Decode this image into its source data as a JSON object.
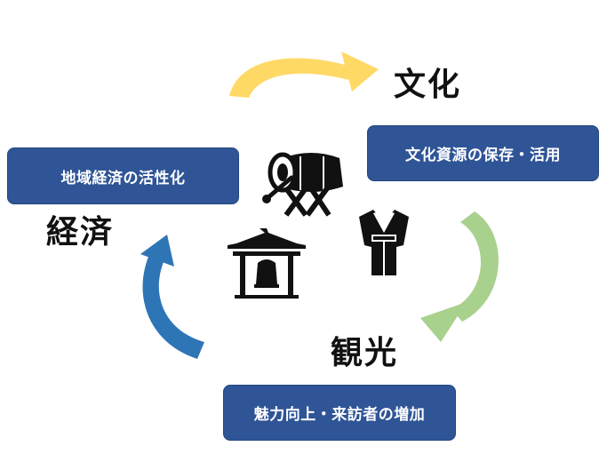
{
  "labels": {
    "culture": "文化",
    "economy": "経済",
    "tourism": "観光"
  },
  "boxes": {
    "culture_box": "文化資源の保存・活用",
    "economy_box": "地域経済の活性化",
    "tourism_box": "魅力向上・来訪者の増加"
  },
  "colors": {
    "box_fill": "#2F5597",
    "arrow_yellow": "#FFD966",
    "arrow_green": "#A9D18E",
    "arrow_blue": "#2E75B6",
    "icon": "#111111"
  },
  "icons": [
    "taiko-drum-icon",
    "kimono-icon",
    "temple-bell-icon"
  ]
}
